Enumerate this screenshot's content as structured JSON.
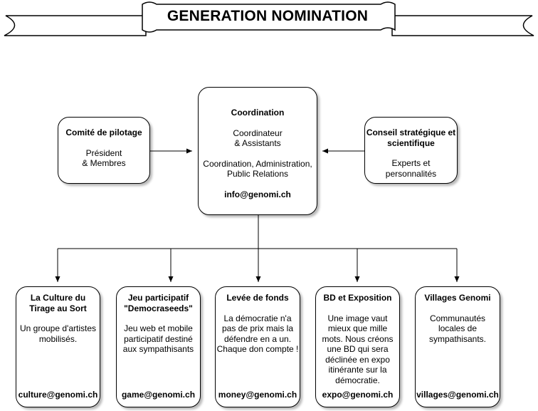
{
  "banner": {
    "title": "GENERATION NOMINATION"
  },
  "coordination": {
    "title": "Coordination",
    "line1": "Coordinateur\n& Assistants",
    "line2": "Coordination,  Administration,\nPublic Relations",
    "email": "info@genomi.ch"
  },
  "comite": {
    "title": "Comité de pilotage",
    "body": "Président\n& Membres"
  },
  "conseil": {
    "title": "Conseil stratégique et\nscientifique",
    "body": "Experts et\npersonnalités"
  },
  "teams": [
    {
      "title": "La Culture du\nTirage au Sort",
      "body": "Un groupe d'artistes\nmobilisés.",
      "email": "culture@genomi.ch"
    },
    {
      "title": "Jeu participatif\n\"Democraseeds\"",
      "body": "Jeu web et mobile\nparticipatif destiné\naux sympathisants",
      "email": "game@genomi.ch"
    },
    {
      "title": "Levée de fonds",
      "body": "La démocratie n'a\npas de prix mais la\ndéfendre en a un.\nChaque don compte !",
      "email": "money@genomi.ch"
    },
    {
      "title": "BD et Exposition",
      "body": "Une image vaut\nmieux que mille\nmots. Nous créons\nune BD qui sera\ndéclinée en expo\nitinérante sur la\ndémocratie.",
      "email": "expo@genomi.ch"
    },
    {
      "title": "Villages Genomi",
      "body": "Communautés\nlocales de\nsympathisants.",
      "email": "villages@genomi.ch"
    }
  ]
}
